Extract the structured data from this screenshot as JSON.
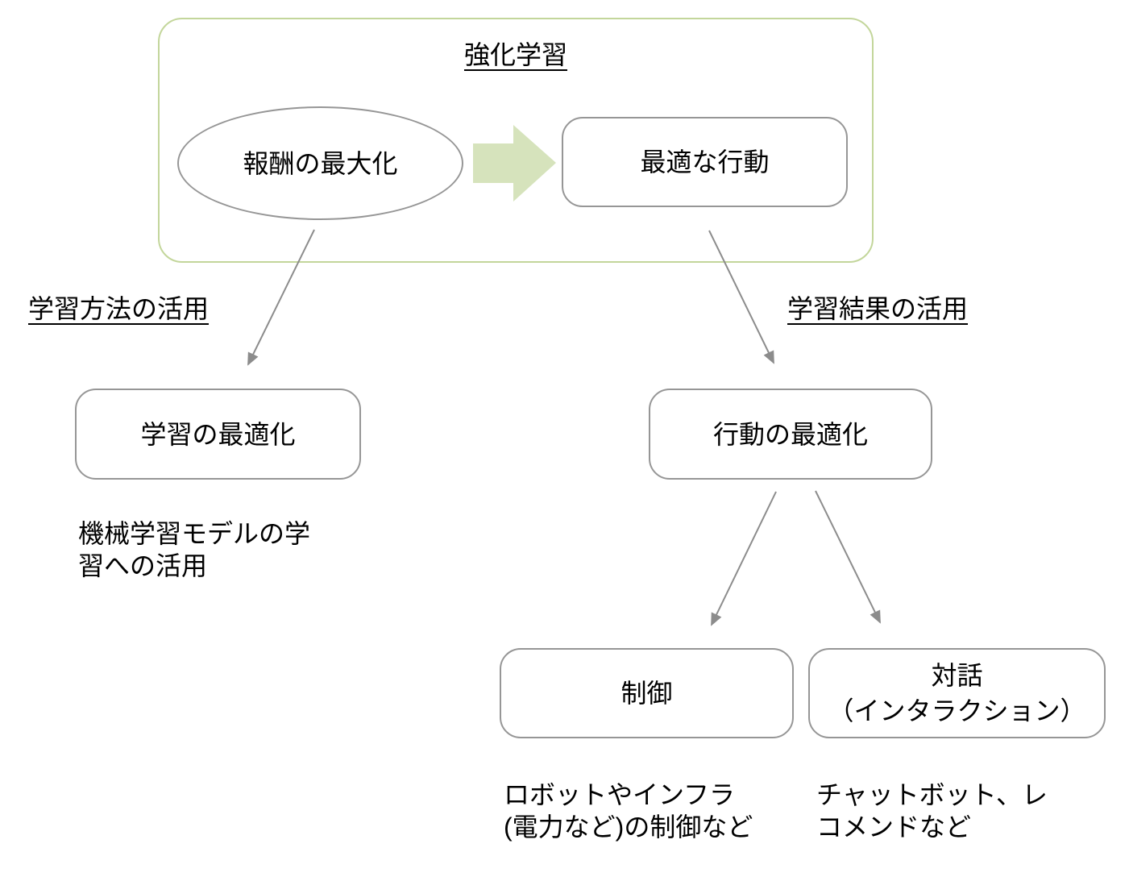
{
  "colors": {
    "background": "#ffffff",
    "frame_border": "#c3d69b",
    "block_arrow_fill": "#d6e3bc",
    "shape_border": "#969696",
    "connector": "#8c8c8c",
    "text": "#000000"
  },
  "frame": {
    "title": "強化学習"
  },
  "nodes": {
    "reward": "報酬の最大化",
    "optimal_action": "最適な行動",
    "learning_optimization": "学習の最適化",
    "behavior_optimization": "行動の最適化",
    "control": "制御",
    "dialogue": "対話\n（インタラクション）"
  },
  "labels": {
    "left_branch": "学習方法の活用",
    "right_branch": "学習結果の活用"
  },
  "notes": {
    "learning": "機械学習モデルの学\n習への活用",
    "control": "ロボットやインフラ\n(電力など)の制御など",
    "dialogue": "チャットボット、レ\nコメンドなど"
  },
  "icons": {
    "block_arrow": "right-block-arrow",
    "connector_arrowhead": "solid-triangle-arrowhead"
  }
}
